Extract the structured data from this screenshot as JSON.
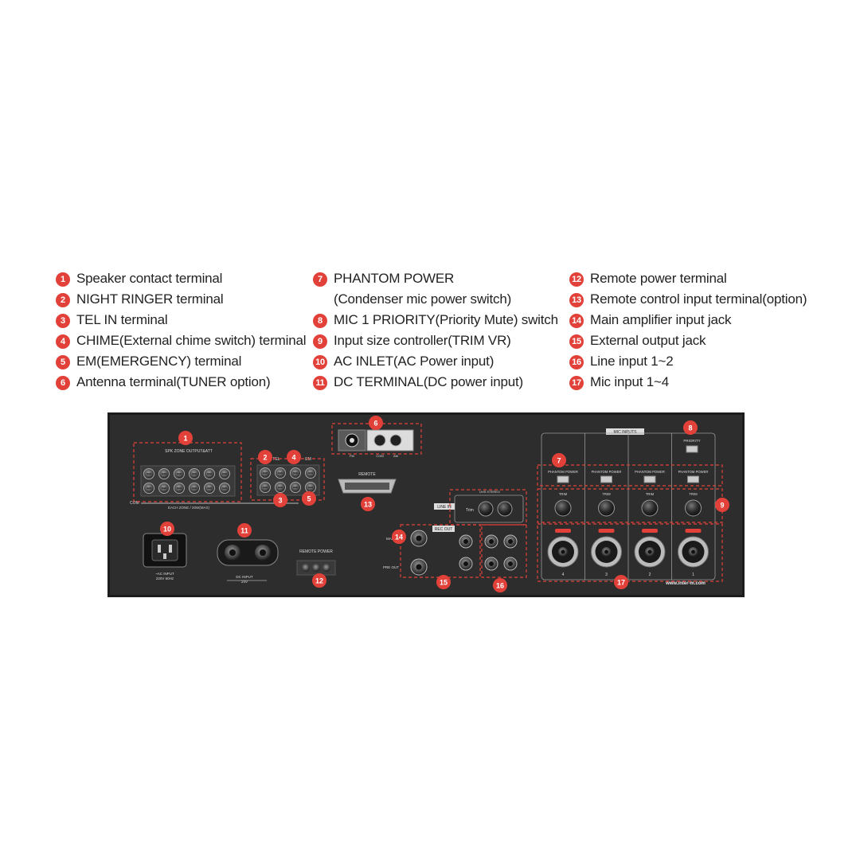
{
  "legend": {
    "col1": [
      {
        "num": "1",
        "text": "Speaker contact terminal"
      },
      {
        "num": "2",
        "text": "NIGHT RINGER terminal"
      },
      {
        "num": "3",
        "text": "TEL IN terminal"
      },
      {
        "num": "4",
        "text": "CHIME(External chime switch) terminal"
      },
      {
        "num": "5",
        "text": "EM(EMERGENCY) terminal"
      },
      {
        "num": "6",
        "text": "Antenna terminal(TUNER option)"
      }
    ],
    "col2": [
      {
        "num": "7",
        "text": "PHANTOM POWER",
        "cont": "(Condenser mic power switch)"
      },
      {
        "num": "8",
        "text": "MIC 1 PRIORITY(Priority Mute) switch"
      },
      {
        "num": "9",
        "text": "Input size controller(TRIM VR)"
      },
      {
        "num": "10",
        "text": "AC INLET(AC Power input)"
      },
      {
        "num": "11",
        "text": "DC TERMINAL(DC power input)"
      }
    ],
    "col3": [
      {
        "num": "12",
        "text": "Remote power terminal"
      },
      {
        "num": "13",
        "text": "Remote control input terminal(option)"
      },
      {
        "num": "14",
        "text": "Main amplifier input jack"
      },
      {
        "num": "15",
        "text": "External output jack"
      },
      {
        "num": "16",
        "text": "Line input 1~2"
      },
      {
        "num": "17",
        "text": "Mic input 1~4"
      }
    ]
  },
  "panel": {
    "spk_zone": "SPK ZONE OUTPUT&ATT",
    "each_zone": "EACH ZONE / 20W(MAX)",
    "com": "COM",
    "tel": "TEL",
    "em": "EM",
    "remote": "REMOTE",
    "line_in": "LINE IN",
    "trim": "Trim",
    "uhs_stereo": "UHS STEREO",
    "rec_out": "REC OUT",
    "main_in": "MAIN IN",
    "pre_out": "PRE OUT",
    "mic_inputs": "MIC INPUTS",
    "priority": "PRIORITY",
    "phantom": "PHANTOM POWER",
    "trim_label": "TRIM",
    "ac_input": "~AC INPUT",
    "ac_volt": "220V 60Hz",
    "dc_input": "DC INPUT",
    "dc_volt": "24V",
    "remote_power": "REMOTE POWER",
    "url": "www.inter-m.com",
    "fm": "FM",
    "com2": "COM",
    "am": "AM",
    "mic_nums": [
      "4",
      "3",
      "2",
      "1"
    ],
    "callouts": [
      "1",
      "2",
      "3",
      "4",
      "5",
      "6",
      "7",
      "8",
      "9",
      "10",
      "11",
      "12",
      "13",
      "14",
      "15",
      "16",
      "17"
    ]
  },
  "colors": {
    "accent": "#e2413a",
    "panel": "#2b2b2b",
    "frame": "#222222"
  }
}
